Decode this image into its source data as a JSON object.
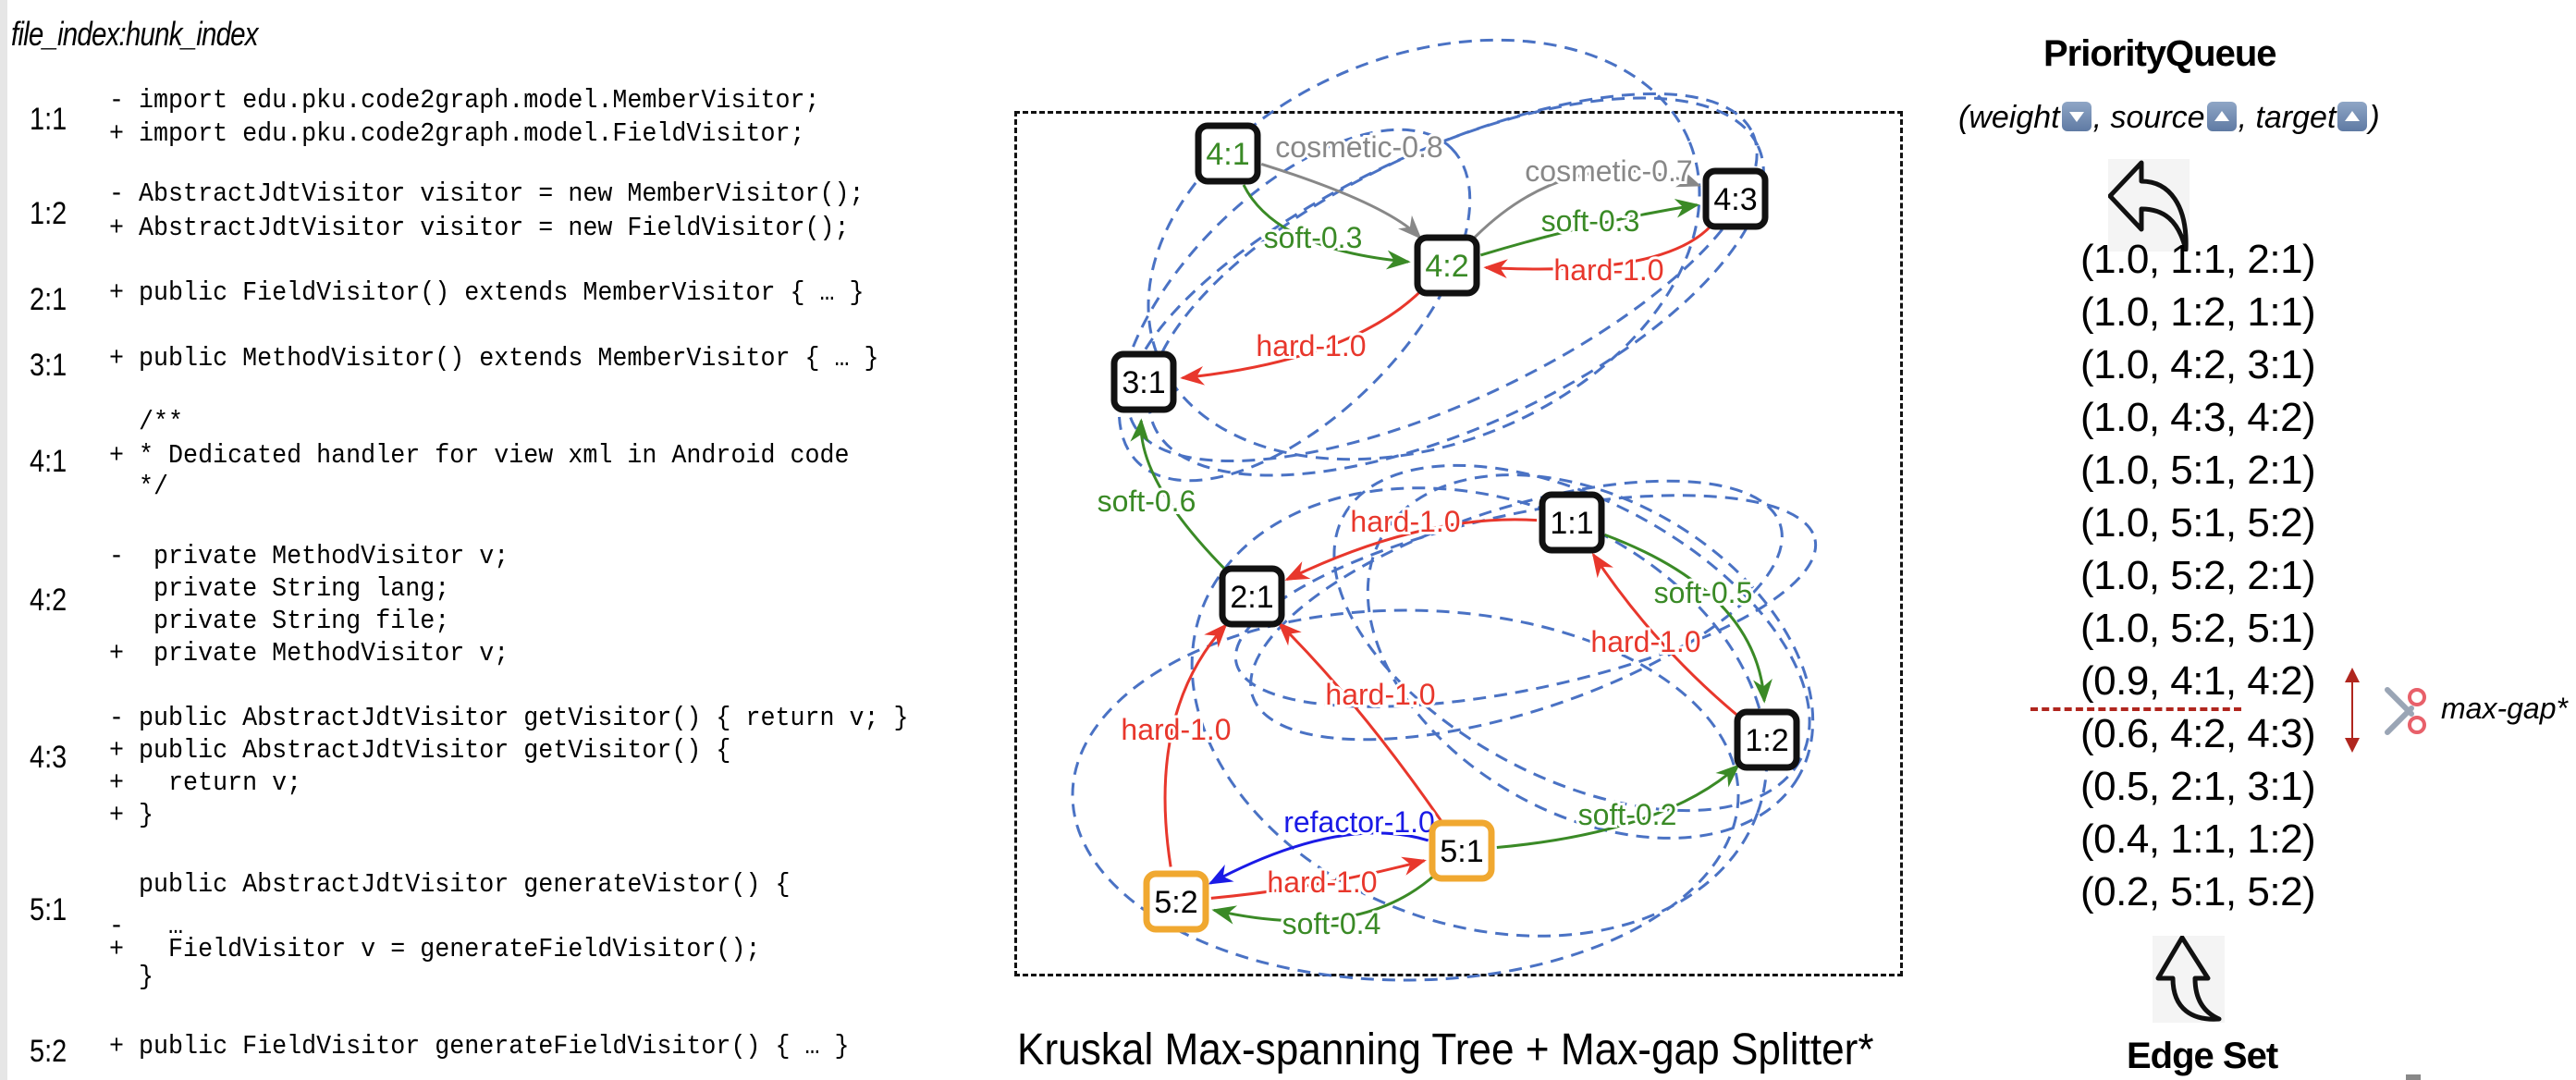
{
  "code_panel": {
    "header": "file_index:hunk_index",
    "hunks": [
      {
        "id": "1:1",
        "lines": [
          "- import edu.pku.code2graph.model.MemberVisitor;",
          "+ import edu.pku.code2graph.model.FieldVisitor;"
        ]
      },
      {
        "id": "1:2",
        "lines": [
          "- AbstractJdtVisitor visitor = new MemberVisitor();",
          "+ AbstractJdtVisitor visitor = new FieldVisitor();"
        ]
      },
      {
        "id": "2:1",
        "lines": [
          "+ public FieldVisitor() extends MemberVisitor { … }"
        ]
      },
      {
        "id": "3:1",
        "lines": [
          "+ public MethodVisitor() extends MemberVisitor { … }"
        ]
      },
      {
        "id": "4:1",
        "lines": [
          "  /**",
          "+ * Dedicated handler for view xml in Android code",
          "  */"
        ]
      },
      {
        "id": "4:2",
        "lines": [
          "-  private MethodVisitor v;",
          "   private String lang;",
          "   private String file;",
          "+  private MethodVisitor v;"
        ]
      },
      {
        "id": "4:3",
        "lines": [
          "- public AbstractJdtVisitor getVisitor() { return v; }",
          "+ public AbstractJdtVisitor getVisitor() {",
          "+   return v;",
          "+ }"
        ]
      },
      {
        "id": "5:1",
        "lines": [
          "  public AbstractJdtVisitor generateVistor() {",
          "-   …",
          "+   FieldVisitor v = generateFieldVisitor();",
          "  }"
        ]
      },
      {
        "id": "5:2",
        "lines": [
          "+ public FieldVisitor generateFieldVisitor() { … }"
        ]
      }
    ]
  },
  "graph": {
    "caption": "Kruskal Max-spanning Tree + Max-gap Splitter*",
    "colors": {
      "hard": "#e8372c",
      "soft": "#3a8a26",
      "cosmetic": "#888888",
      "refactor": "#1a1ae6",
      "group": "#4a72c4",
      "highlight": "#f0a830",
      "node_border": "#111111"
    },
    "nodes": [
      {
        "id": "4:1",
        "label": "4:1",
        "label_color": "green",
        "border": "black"
      },
      {
        "id": "4:2",
        "label": "4:2",
        "label_color": "green",
        "border": "black"
      },
      {
        "id": "4:3",
        "label": "4:3",
        "label_color": "black",
        "border": "black"
      },
      {
        "id": "3:1",
        "label": "3:1",
        "label_color": "black",
        "border": "black"
      },
      {
        "id": "1:1",
        "label": "1:1",
        "label_color": "black",
        "border": "black"
      },
      {
        "id": "2:1",
        "label": "2:1",
        "label_color": "black",
        "border": "black"
      },
      {
        "id": "1:2",
        "label": "1:2",
        "label_color": "black",
        "border": "black"
      },
      {
        "id": "5:1",
        "label": "5:1",
        "label_color": "black",
        "border": "orange"
      },
      {
        "id": "5:2",
        "label": "5:2",
        "label_color": "black",
        "border": "orange"
      }
    ],
    "edges": [
      {
        "source": "4:1",
        "target": "4:2",
        "type": "cosmetic",
        "label": "cosmetic-0.8"
      },
      {
        "source": "4:2",
        "target": "4:3",
        "type": "cosmetic",
        "label": "cosmetic-0.7"
      },
      {
        "source": "4:1",
        "target": "4:2",
        "type": "soft",
        "label": "soft-0.3"
      },
      {
        "source": "4:2",
        "target": "4:3",
        "type": "soft",
        "label": "soft-0.3"
      },
      {
        "source": "4:3",
        "target": "4:2",
        "type": "hard",
        "label": "hard-1.0"
      },
      {
        "source": "4:2",
        "target": "3:1",
        "type": "hard",
        "label": "hard-1.0"
      },
      {
        "source": "2:1",
        "target": "3:1",
        "type": "soft",
        "label": "soft-0.6"
      },
      {
        "source": "1:1",
        "target": "2:1",
        "type": "hard",
        "label": "hard-1.0"
      },
      {
        "source": "1:1",
        "target": "1:2",
        "type": "soft",
        "label": "soft-0.5"
      },
      {
        "source": "1:2",
        "target": "1:1",
        "type": "hard",
        "label": "hard-1.0"
      },
      {
        "source": "5:1",
        "target": "2:1",
        "type": "hard",
        "label": "hard-1.0"
      },
      {
        "source": "5:2",
        "target": "2:1",
        "type": "hard",
        "label": "hard-1.0"
      },
      {
        "source": "5:1",
        "target": "1:2",
        "type": "soft",
        "label": "soft-0.2"
      },
      {
        "source": "5:1",
        "target": "5:2",
        "type": "refactor",
        "label": "refactor-1.0"
      },
      {
        "source": "5:2",
        "target": "5:1",
        "type": "hard",
        "label": "hard-1.0"
      },
      {
        "source": "5:1",
        "target": "5:2",
        "type": "soft",
        "label": "soft-0.4"
      }
    ]
  },
  "priority_queue": {
    "title": "PriorityQueue",
    "subtitle_parts": [
      "(weight",
      ", source",
      ", target",
      ")"
    ],
    "sort_orders": {
      "weight": "descending",
      "source": "ascending",
      "target": "ascending"
    },
    "items": [
      "(1.0, 1:1, 2:1)",
      "(1.0, 1:2, 1:1)",
      "(1.0, 4:2, 3:1)",
      "(1.0, 4:3, 4:2)",
      "(1.0, 5:1, 2:1)",
      "(1.0, 5:1, 5:2)",
      "(1.0, 5:2, 2:1)",
      "(1.0, 5:2, 5:1)",
      "(0.9, 4:1, 4:2)",
      "(0.6, 4:2, 4:3)",
      "(0.5, 2:1, 3:1)",
      "(0.4, 1:1, 1:2)",
      "(0.2, 5:1, 5:2)"
    ],
    "split_after_index": 8,
    "split_label": "max-gap*",
    "pop_icon": "curved-arrow-left-icon",
    "push_icon": "curved-arrow-up-icon",
    "edge_set_label": "Edge Set"
  }
}
